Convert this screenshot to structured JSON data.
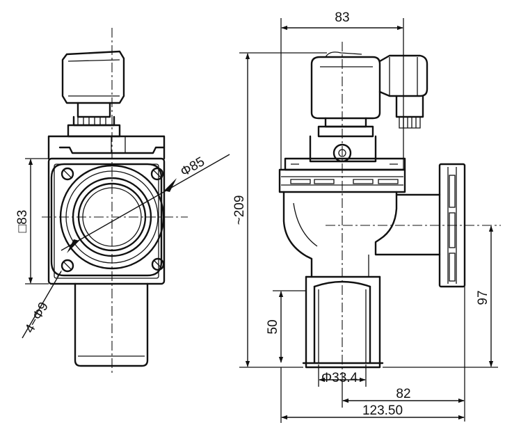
{
  "drawing": {
    "front_view": {
      "flange_square": "□83",
      "bolt_circle": "Φ85",
      "bolt_holes": "4−Φ9"
    },
    "side_view": {
      "width": "83",
      "height": "~209",
      "outlet_height": "50",
      "inlet_height": "97",
      "outlet_diameter": "Φ33.4",
      "offset_short": "82",
      "offset_long": "123.50"
    }
  }
}
